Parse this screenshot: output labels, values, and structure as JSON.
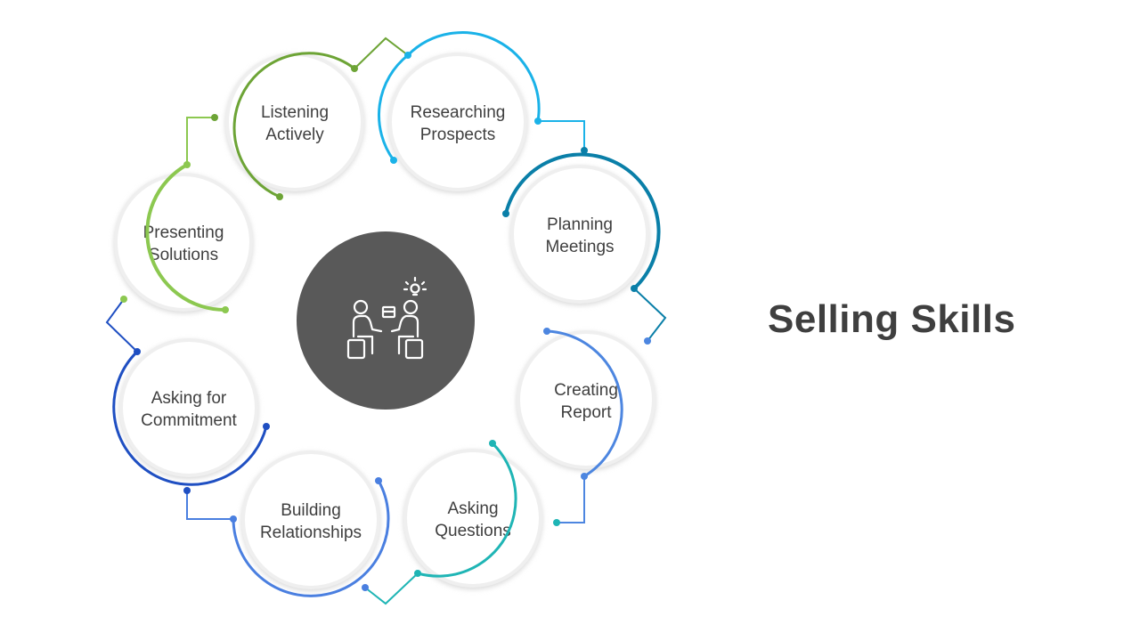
{
  "title": "Selling Skills",
  "center": {
    "icon": "two-people-meeting-idea-icon",
    "fill": "#595959"
  },
  "steps": [
    {
      "key": "listening-actively",
      "lines": [
        "Listening",
        "Actively"
      ],
      "color": "#6da436"
    },
    {
      "key": "researching-prospects",
      "lines": [
        "Researching",
        "Prospects"
      ],
      "color": "#1ab2e8"
    },
    {
      "key": "planning-meetings",
      "lines": [
        "Planning",
        "Meetings"
      ],
      "color": "#0a7fa8"
    },
    {
      "key": "creating-report",
      "lines": [
        "Creating",
        "Report"
      ],
      "color": "#4d86e0"
    },
    {
      "key": "asking-questions",
      "lines": [
        "Asking",
        "Questions"
      ],
      "color": "#1fb5b5"
    },
    {
      "key": "building-relationships",
      "lines": [
        "Building",
        "Relationships"
      ],
      "color": "#4a7fe0"
    },
    {
      "key": "asking-for-commitment",
      "lines": [
        "Asking  for",
        "Commitment"
      ],
      "color": "#1f4fc2"
    },
    {
      "key": "presenting-solutions",
      "lines": [
        "Presenting",
        "Solutions"
      ],
      "color": "#8cc850"
    }
  ]
}
